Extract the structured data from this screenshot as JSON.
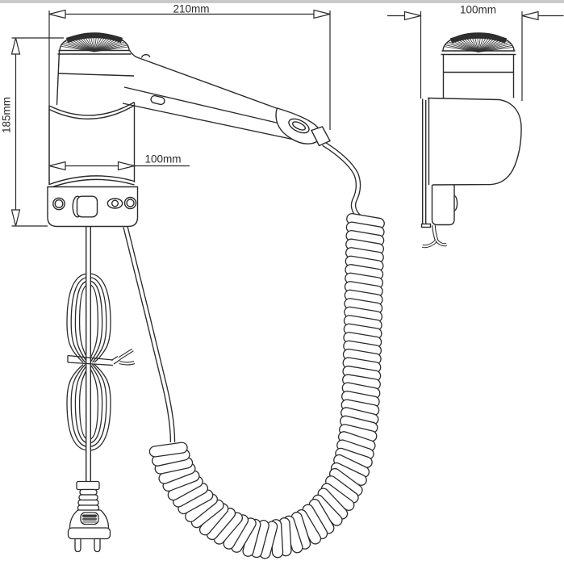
{
  "colors": {
    "line": "#2b2b2b",
    "top_strip": "#c9c9c9",
    "grille_shade": "#2f2f2f",
    "background": "#ffffff"
  },
  "diagram": {
    "front_view": {
      "width_label": "210mm",
      "height_label": "185mm",
      "bracket_width_label": "100mm"
    },
    "side_view": {
      "depth_label": "100mm"
    }
  }
}
